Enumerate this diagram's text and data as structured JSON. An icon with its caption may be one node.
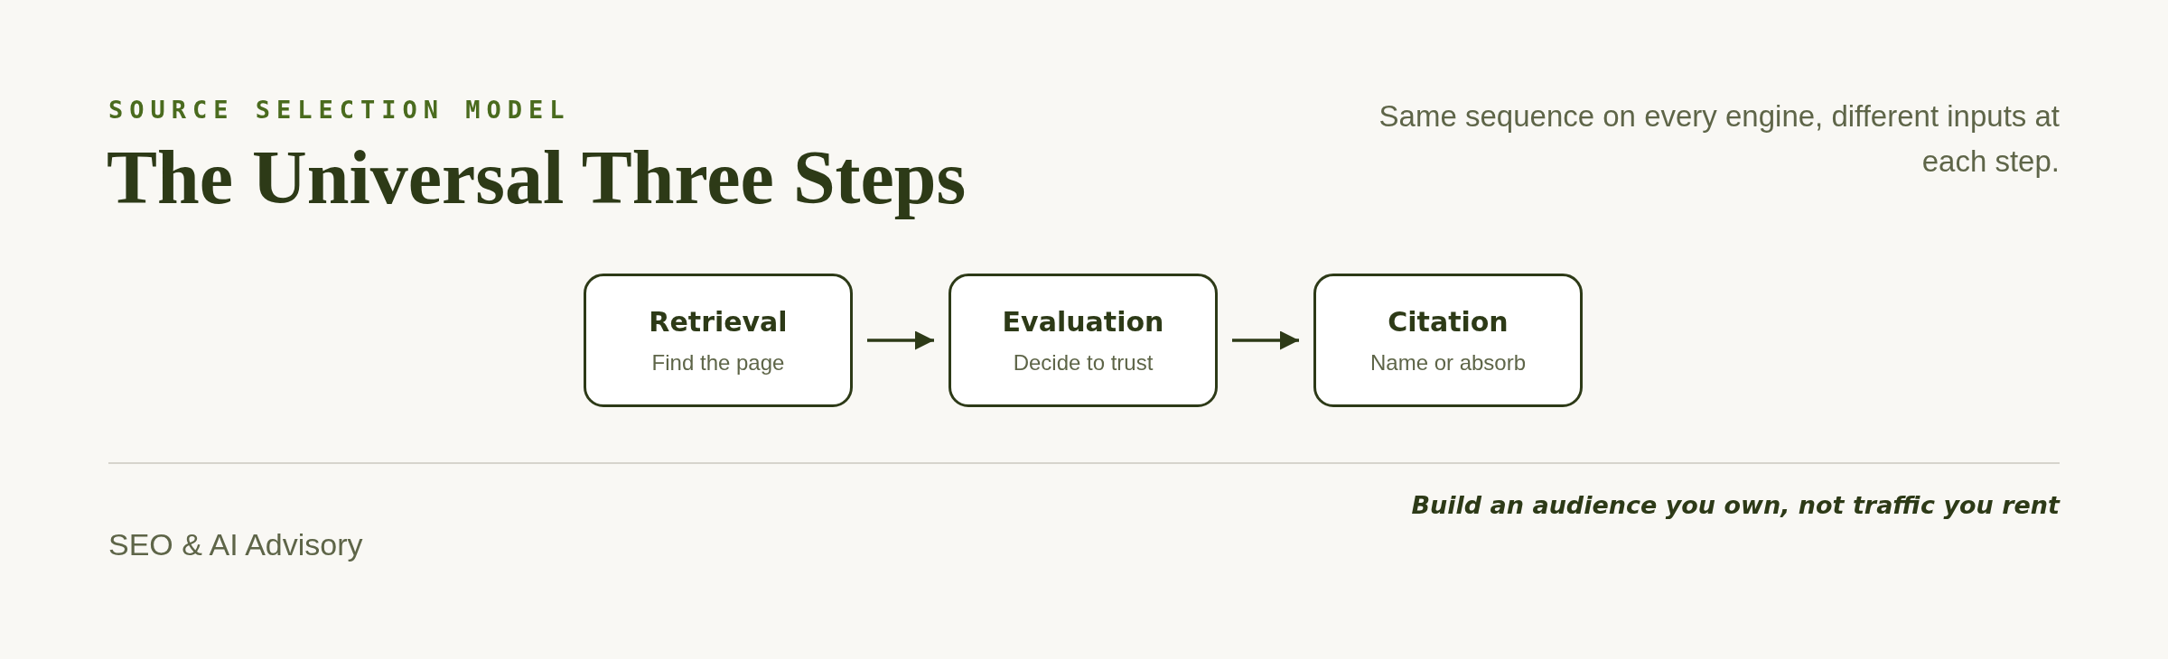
{
  "diagram": {
    "title": "The Universal Three Steps",
    "nodes": [
      {
        "text": [
          "Retrieval",
          "Find the page"
        ]
      },
      {
        "text": [
          "Evaluation",
          "Decide to trust"
        ]
      },
      {
        "text": [
          "Citation",
          "Name or absorb"
        ]
      }
    ],
    "edges": [
      {
        "from": 0,
        "to": 1,
        "arrow": "to"
      },
      {
        "from": 1,
        "to": 2,
        "arrow": "to"
      }
    ],
    "labels": [
      "SOURCE SELECTION MODEL",
      "Same sequence on every engine, different inputs at each step.",
      "Build an audience you own, not traffic you rent",
      "SEO & AI Advisory"
    ]
  }
}
